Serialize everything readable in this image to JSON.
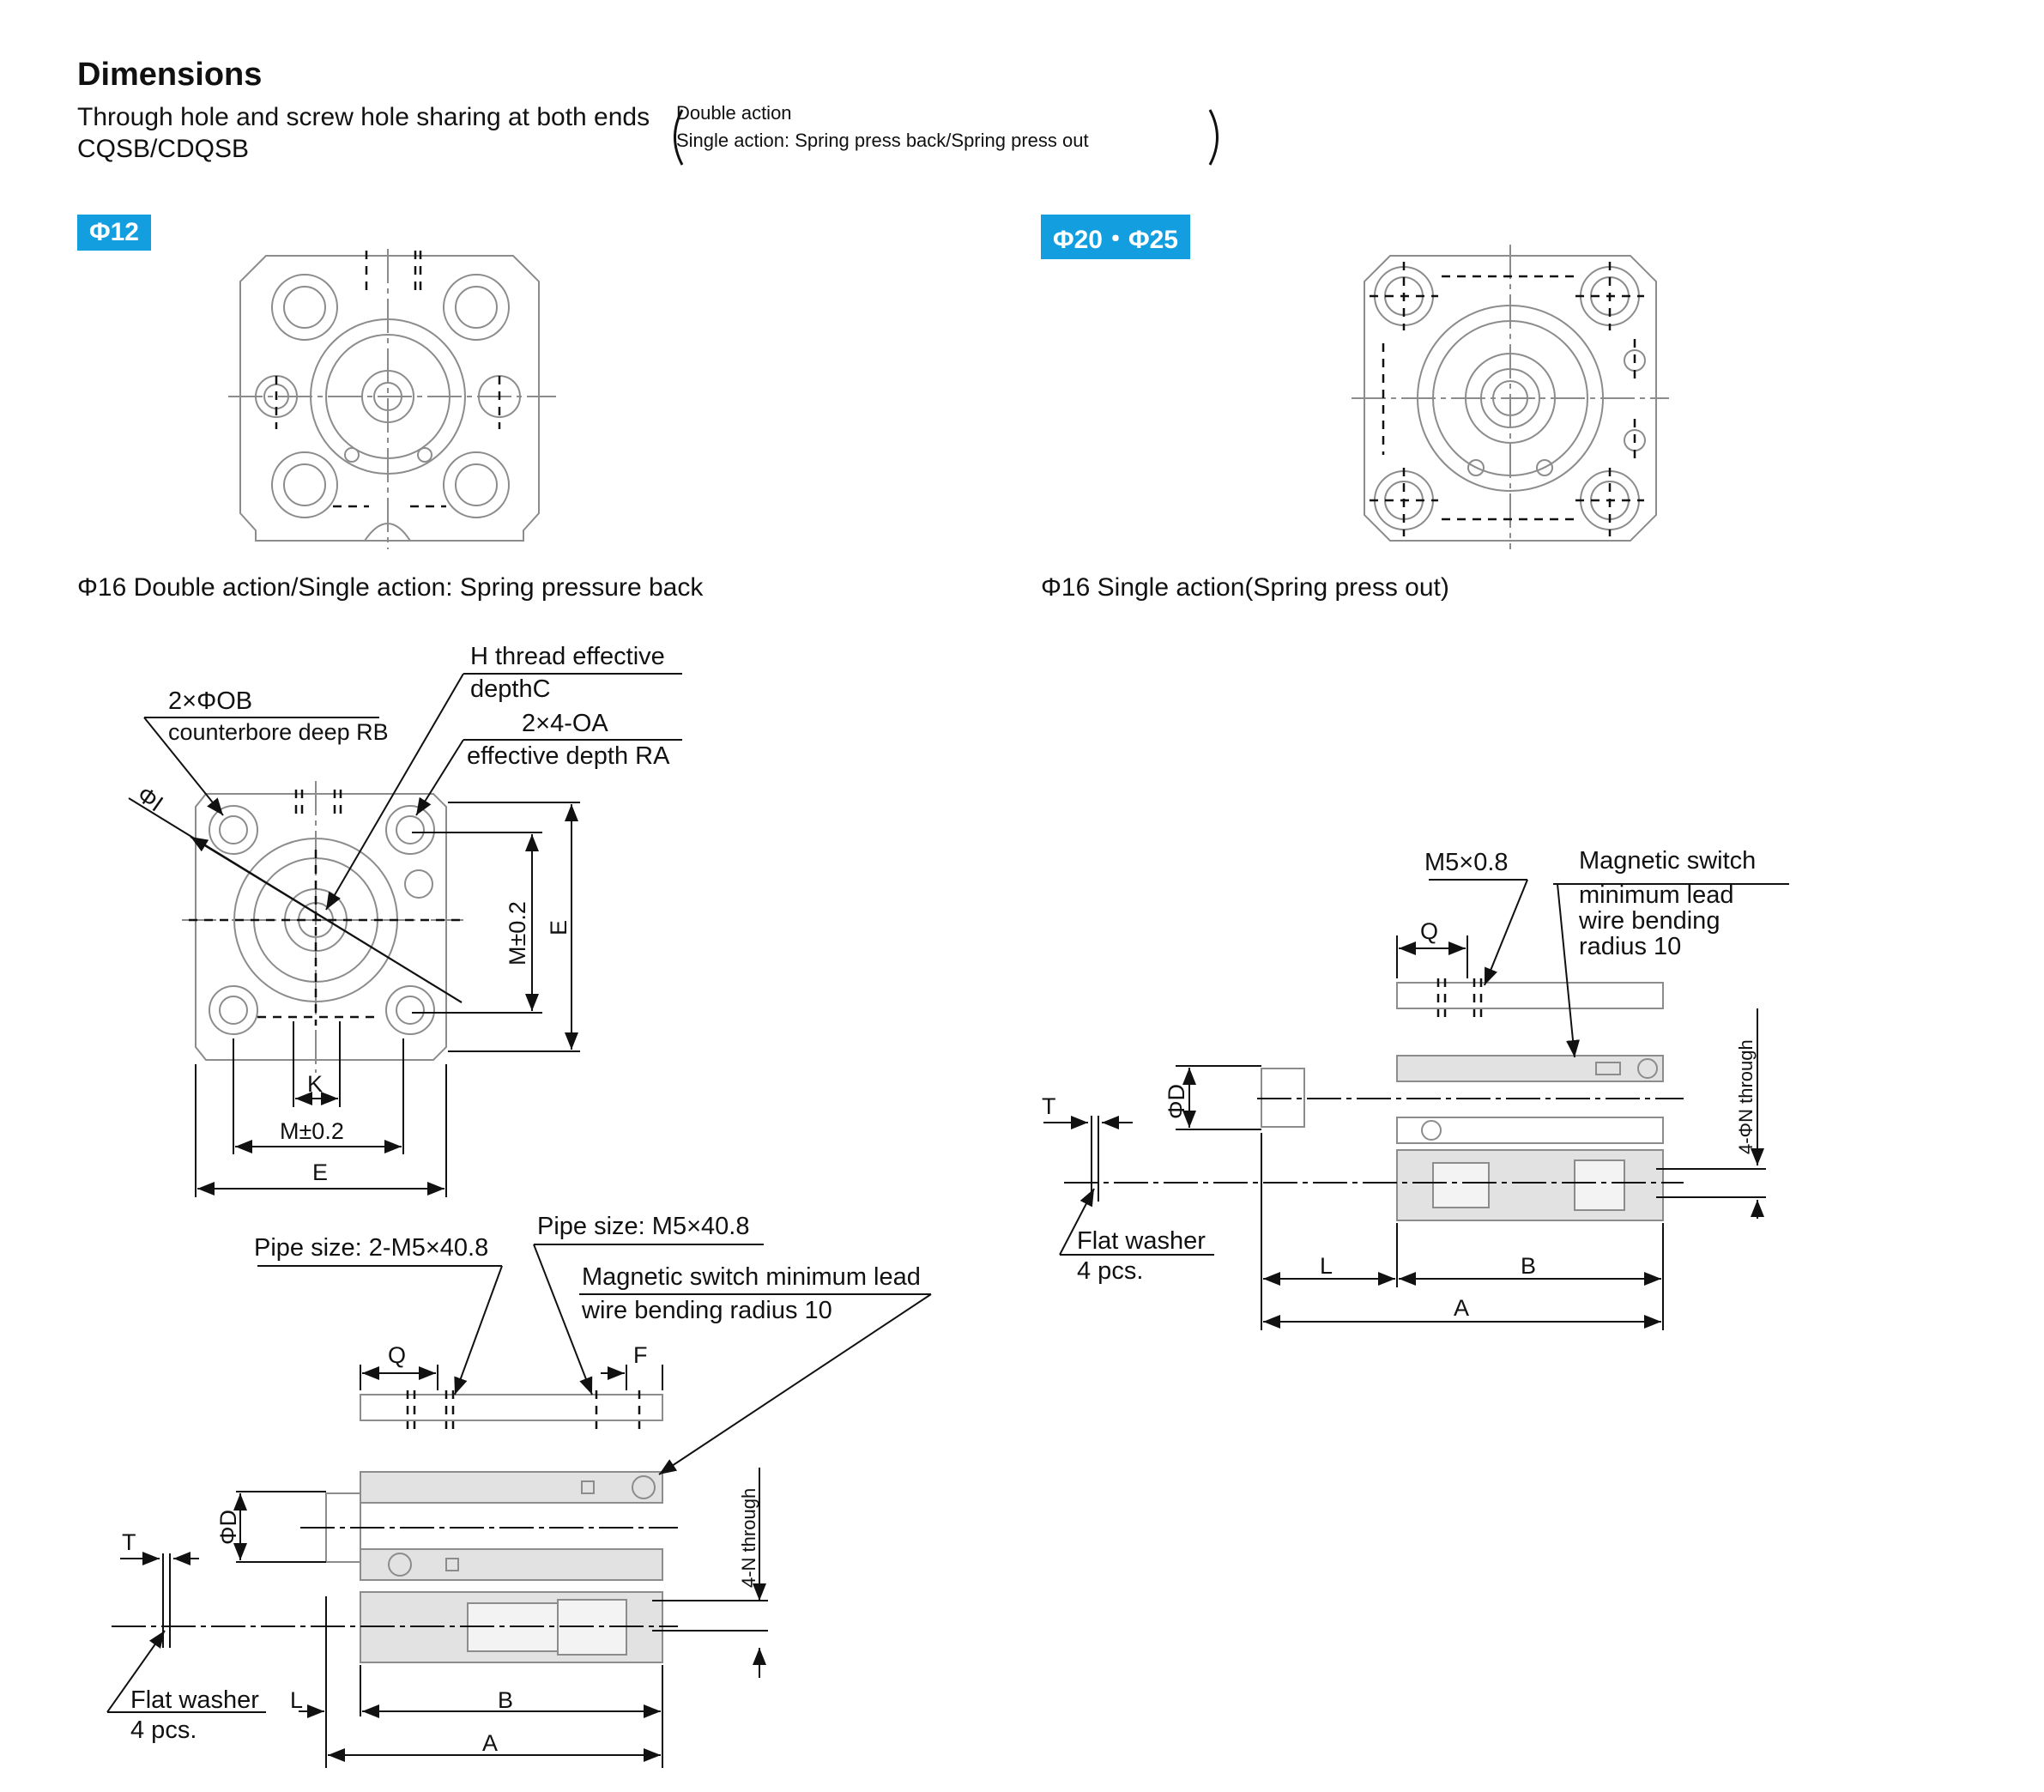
{
  "header": {
    "title": "Dimensions",
    "subtitle_line1": "Through hole and screw hole sharing at both ends",
    "subtitle_line2": "CQSB/CDQSB",
    "paren_line1": "Double action",
    "paren_line2": "Single action: Spring press back/Spring press out"
  },
  "sections": {
    "left_badge": "Φ12",
    "right_badge": "Φ20・Φ25",
    "left_caption": "Φ16 Double action/Single action: Spring pressure back",
    "right_caption": "Φ16 Single action(Spring press out)"
  },
  "front_view_labels": {
    "h_thread": "H thread effective",
    "h_thread_depth": "depthC",
    "ob": "2×ΦOB",
    "ob_counterbore": "counterbore deep RB",
    "oa": "2×4-OA",
    "oa_depth": "effective depth RA",
    "phi_i": "ΦI",
    "m_vert": "M±0.2",
    "e_vert": "E",
    "k": "K",
    "m_horiz": "M±0.2",
    "e_horiz": "E"
  },
  "left_side_labels": {
    "pipe_left": "Pipe size: 2-M5×40.8",
    "pipe_right": "Pipe size: M5×40.8",
    "switch_line1": "Magnetic switch minimum lead",
    "switch_line2": "wire bending radius 10",
    "q": "Q",
    "f": "F",
    "phi_d": "ΦD",
    "t": "T",
    "n_through": "4-N through",
    "washer": "Flat washer",
    "washer_qty": "4 pcs.",
    "l": "L",
    "b": "B",
    "a": "A"
  },
  "right_side_labels": {
    "m5": "M5×0.8",
    "switch_line1": "Magnetic switch",
    "switch_line2": "minimum lead",
    "switch_line3": "wire bending",
    "switch_line4": "radius 10",
    "q": "Q",
    "phi_d": "ΦD",
    "t": "T",
    "n_through": "4-ΦN through",
    "washer": "Flat washer",
    "washer_qty": "4 pcs.",
    "l": "L",
    "b": "B",
    "a": "A"
  },
  "colors": {
    "badge": "#139ee0",
    "body_fill": "#e2e2e2",
    "outline": "#8c8c8c",
    "ink": "#111111"
  }
}
